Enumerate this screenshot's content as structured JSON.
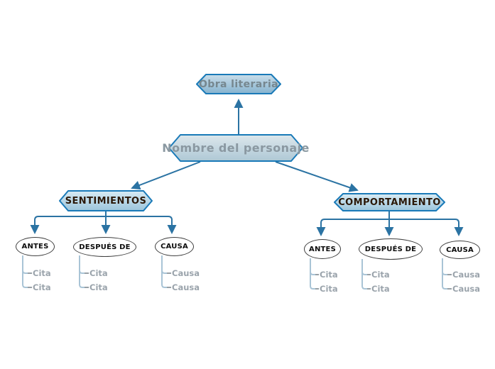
{
  "colors": {
    "connector_blue": "#2b73a3",
    "hexagon_border": "#1a7ab8",
    "hexagon_fill_top": "#d8ebf4",
    "hexagon_fill_bottom": "#9cc5db",
    "leaf_connector_blue": "#a9c4d6",
    "leaf_text_gray": "#9ba4ac",
    "branch_text_dark": "#2b1808",
    "muted_node_text_gray": "#8a98a1"
  },
  "root": {
    "label": "Obra literaria"
  },
  "main": {
    "label": "Nombre del personaje"
  },
  "branches": [
    {
      "label": "SENTIMIENTOS",
      "children": [
        {
          "label": "ANTES",
          "leaves": [
            "Cita",
            "Cita"
          ]
        },
        {
          "label": "DESPUÉS DE",
          "leaves": [
            "Cita",
            "Cita"
          ]
        },
        {
          "label": "CAUSA",
          "leaves": [
            "Causa",
            "Causa"
          ]
        }
      ]
    },
    {
      "label": "COMPORTAMIENTO",
      "children": [
        {
          "label": "ANTES",
          "leaves": [
            "Cita",
            "Cita"
          ]
        },
        {
          "label": "DESPUÉS DE",
          "leaves": [
            "Cita",
            "Cita"
          ]
        },
        {
          "label": "CAUSA",
          "leaves": [
            "Causa",
            "Causa"
          ]
        }
      ]
    }
  ]
}
